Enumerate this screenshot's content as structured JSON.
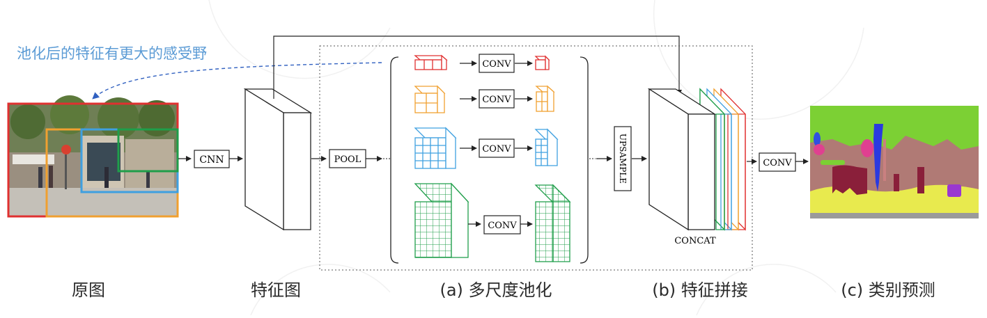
{
  "annotation": "池化后的特征有更大的感受野",
  "captions": {
    "original": "原图",
    "feature_map": "特征图",
    "pooling": "(a) 多尺度池化",
    "concat": "(b) 特征拼接",
    "prediction": "(c) 类别预测"
  },
  "labels": {
    "cnn": "CNN",
    "pool": "POOL",
    "conv": "CONV",
    "upsample": "UPSAMPLE",
    "concat": "CONCAT"
  },
  "colors": {
    "red": "#e03030",
    "orange": "#f0a030",
    "blue": "#3fa0e0",
    "green": "#1f9e4a",
    "note_blue": "#5b9bd5",
    "arrow_blue": "#3060c0"
  }
}
